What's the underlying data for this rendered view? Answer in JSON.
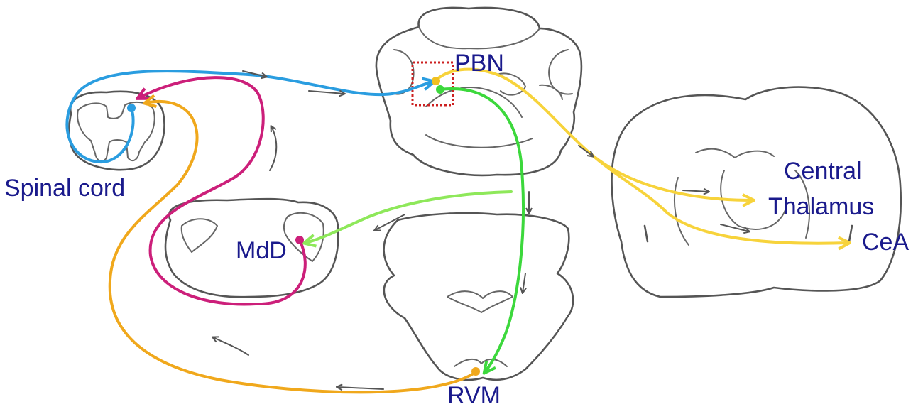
{
  "labels": {
    "pbn": "PBN",
    "spinal_cord": "Spinal cord",
    "mdd": "MdD",
    "rvm": "RVM",
    "central_thalamus_line1": "Central",
    "central_thalamus_line2": "Thalamus",
    "cea": "CeA"
  },
  "colors": {
    "spinal_ascending": "#2a9de0",
    "mdd_descending": "#cc1f7a",
    "rvm_descending": "#f0a81c",
    "pbn_to_forebrain": "#f7d33b",
    "pbn_to_rvm": "#3cd83c",
    "pbn_to_mdd": "#8ee85a",
    "region_box": "#cc2020",
    "label_text": "#1a1a8c",
    "outline": "#555555"
  }
}
